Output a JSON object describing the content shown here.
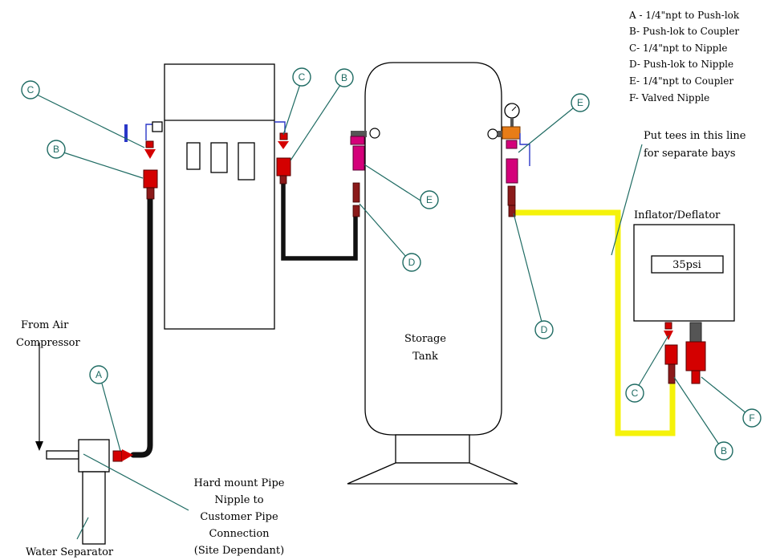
{
  "legend": {
    "lines": [
      "A - 1/4\"npt to Push-lok",
      "B-  Push-lok to Coupler",
      "C- 1/4\"npt to Nipple",
      "D- Push-lok to Nipple",
      "E- 1/4\"npt to Coupler",
      "F- Valved Nipple"
    ]
  },
  "labels": {
    "tees_note_line1": "Put tees in this line",
    "tees_note_line2": "for separate bays",
    "inflator_title": "Inflator/Deflator",
    "pressure_display": "35psi",
    "tank_line1": "Storage",
    "tank_line2": "Tank",
    "from_air_line1": "From Air",
    "from_air_line2": "Compressor",
    "water_separator": "Water Separator",
    "hard_mount_line1": "Hard mount Pipe",
    "hard_mount_line2": "Nipple to",
    "hard_mount_line3": "Customer Pipe",
    "hard_mount_line4": "Connection",
    "hard_mount_line5": "(Site Dependant)"
  },
  "tags": {
    "a": "A",
    "b": "B",
    "c": "C",
    "d": "D",
    "e": "E",
    "f": "F"
  },
  "colors": {
    "hose_black": "#111111",
    "hose_yellow": "#f5f20a",
    "fitting_red": "#d40000",
    "fitting_magenta": "#d4007a",
    "tag_teal": "#1f6b63",
    "pipe_blue": "#2a37c8",
    "regulator_orange": "#e87d18"
  }
}
